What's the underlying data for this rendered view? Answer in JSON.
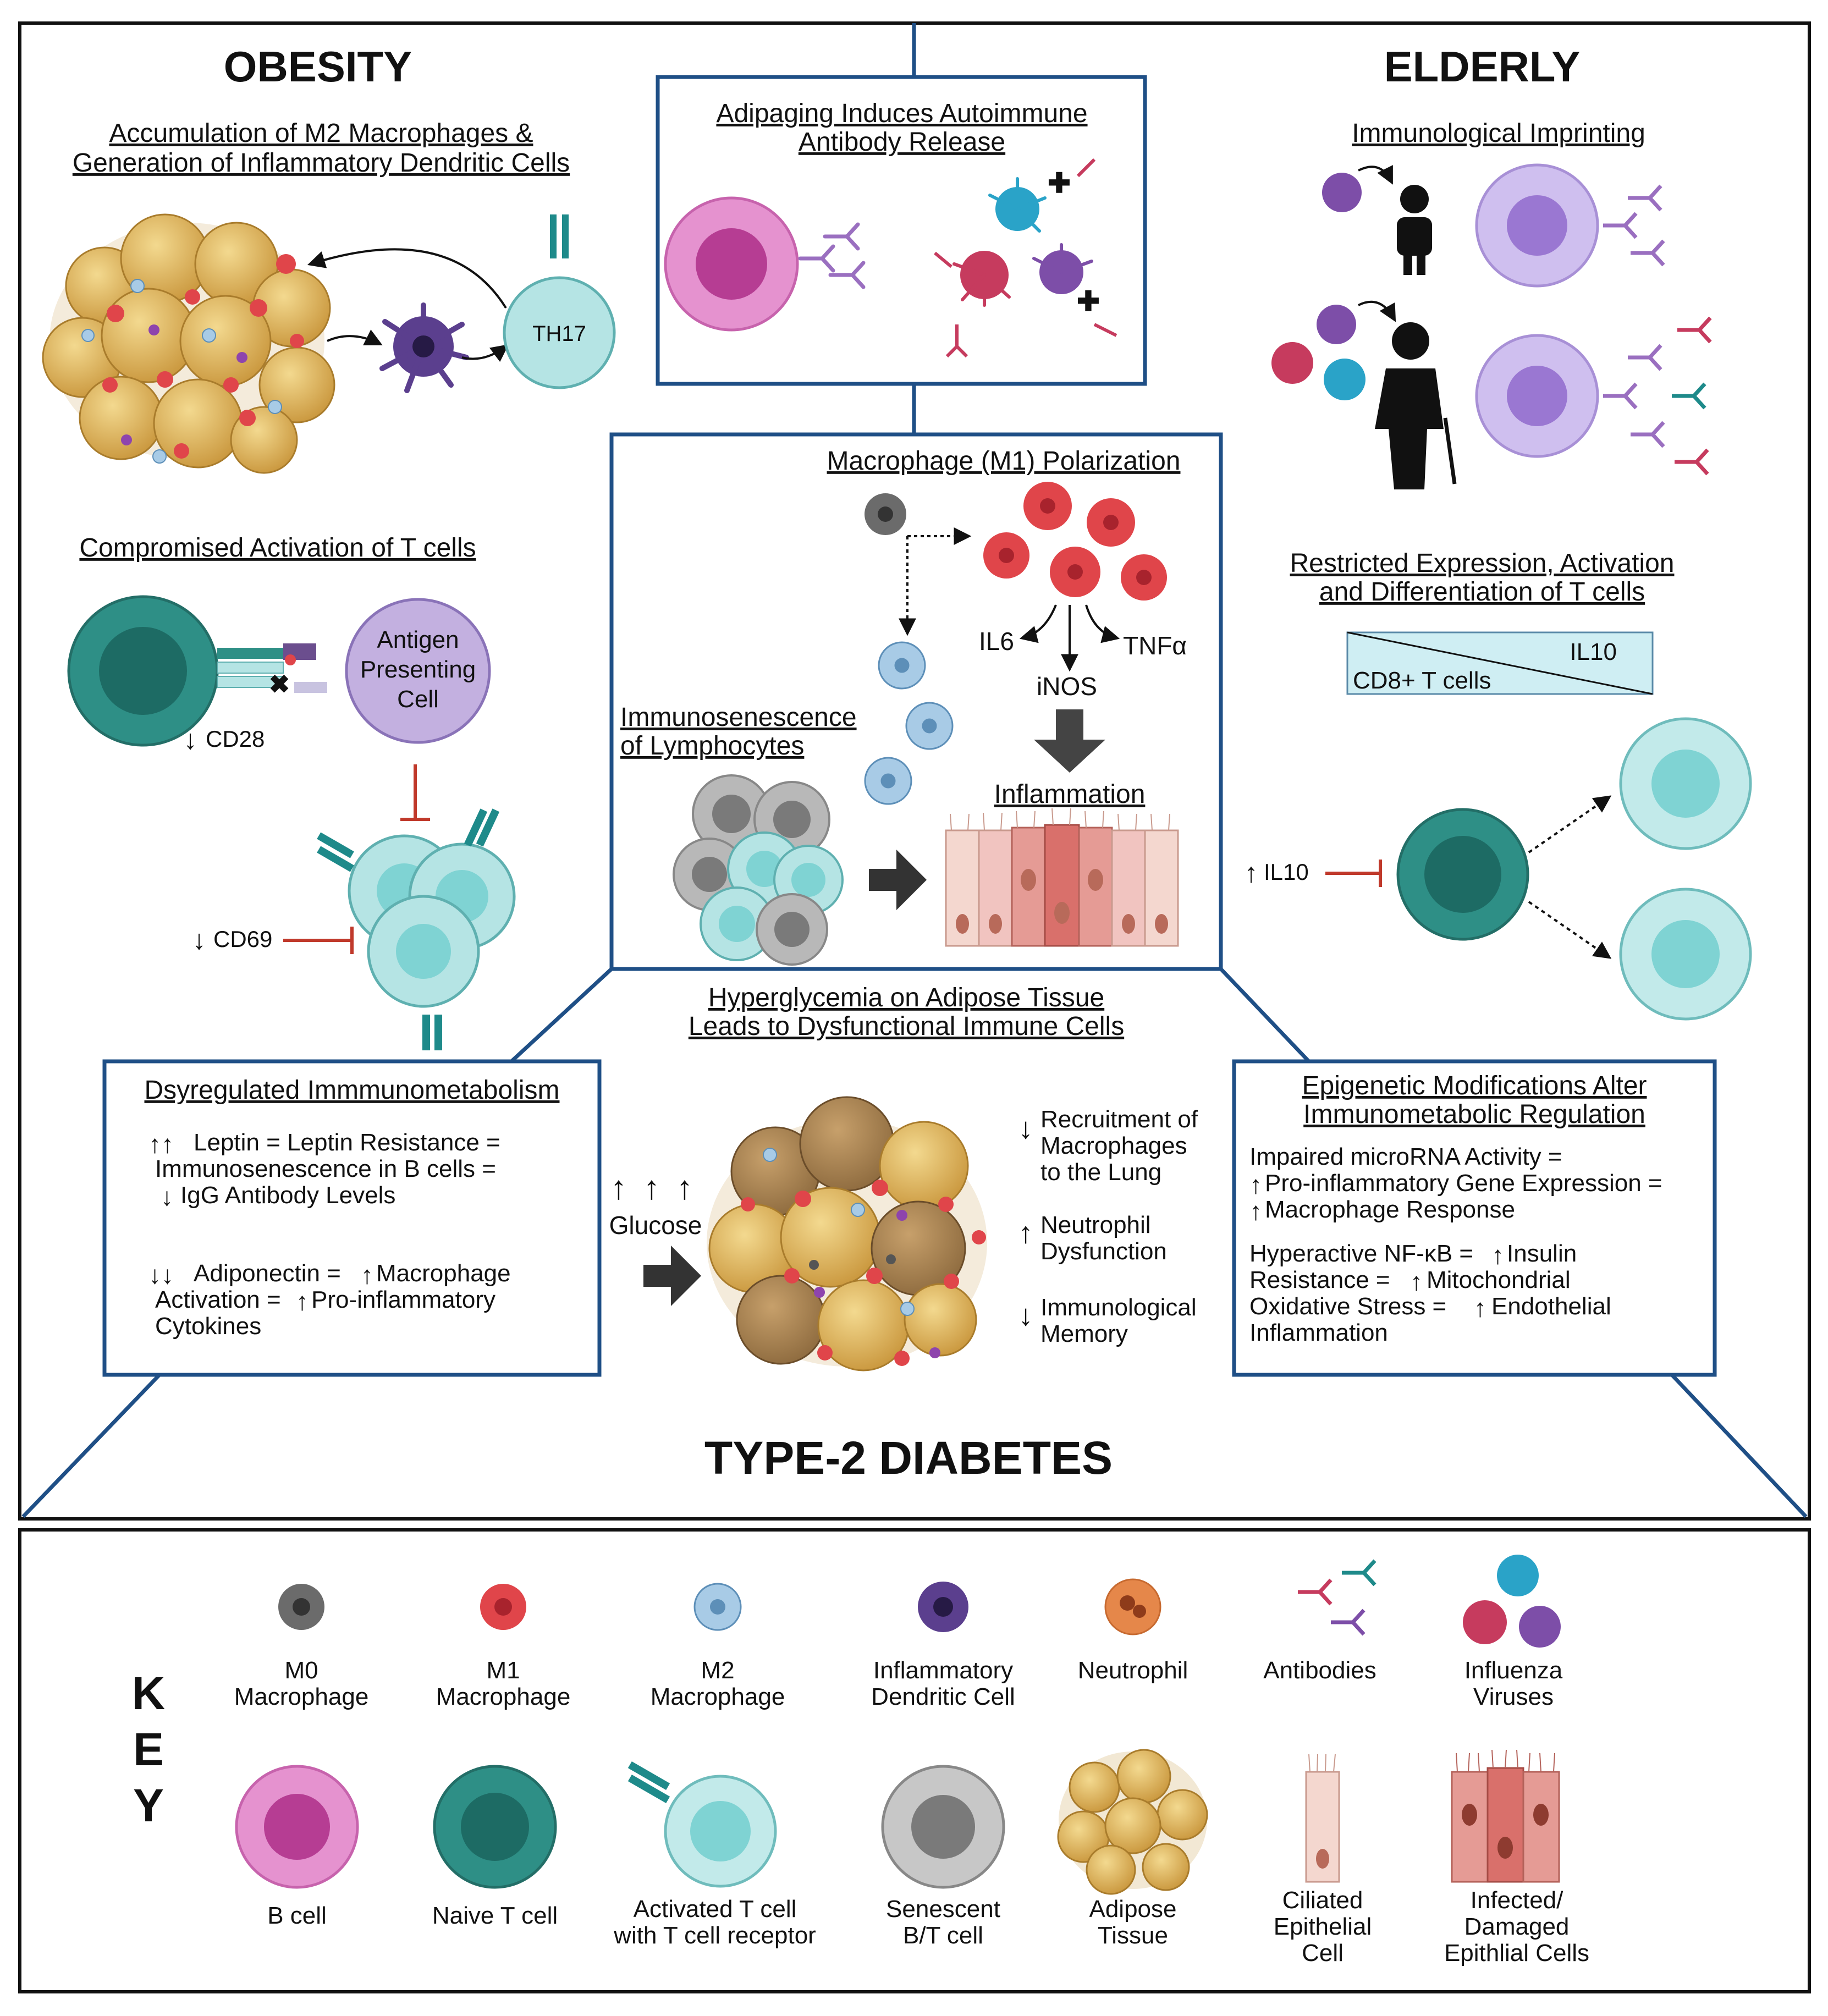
{
  "colors": {
    "frame": "#1f4f86",
    "inhibit": "#c0392b",
    "bcell": "#d35fb8",
    "naive_t": "#2e8f86",
    "activated_t": "#7fd3d3",
    "senescent": "#9a9a9a",
    "m1": "#e0454a",
    "m2": "#a8cbe6",
    "m0": "#6b6b6b",
    "dendritic": "#5b3f8e",
    "adipose": "#d9ae52",
    "virus_blue": "#2aa3c8",
    "virus_red": "#c63b5e",
    "virus_purple": "#7d4ea8"
  },
  "obesity": {
    "heading": "OBESITY",
    "m2_title_line1": "Accumulation of M2 Macrophages  &",
    "m2_title_line2": "Generation of Inflammatory Dendritic Cells",
    "th17_label": "TH17",
    "tcell_title": "Compromised Activation of T cells",
    "apc_line1": "Antigen",
    "apc_line2": "Presenting",
    "apc_line3": "Cell",
    "cd28": "CD28",
    "cd69": "CD69"
  },
  "center": {
    "adipaging_line1": "Adipaging Induces Autoimmune",
    "adipaging_line2": "Antibody Release",
    "m1_title": "Macrophage (M1) Polarization",
    "il6": "IL6",
    "tnfa": "TNFα",
    "inos": "iNOS",
    "inflammation": "Inflammation",
    "immuno_line1": "Immunosenescence",
    "immuno_line2": "of Lymphocytes",
    "hyper_line1": "Hyperglycemia on Adipose Tissue",
    "hyper_line2": "Leads to Dysfunctional Immune Cells",
    "glucose": "Glucose",
    "effect1_line1": "Recruitment of",
    "effect1_line2": "Macrophages",
    "effect1_line3": "to the Lung",
    "effect2_line1": "Neutrophil",
    "effect2_line2": "Dysfunction",
    "effect3_line1": "Immunological",
    "effect3_line2": "Memory"
  },
  "elderly": {
    "heading": "ELDERLY",
    "imprint_title": "Immunological Imprinting",
    "restricted_line1": "Restricted Expression, Activation",
    "restricted_line2": "and Differentiation  of T cells",
    "il10_wedge": "IL10",
    "cd8_wedge": "CD8+ T cells",
    "il10_up": "IL10"
  },
  "dysreg": {
    "title": "Dsyregulated Immmunometabolism",
    "line1": "Leptin = Leptin Resistance =",
    "line2": "Immunosenescence in B cells =",
    "line3": "IgG Antibody Levels",
    "line4": "Adiponectin =",
    "line4b": "Macrophage",
    "line5": "Activation =",
    "line5b": "Pro-inflammatory",
    "line6": "Cytokines"
  },
  "epigen": {
    "title_line1": "Epigenetic Modifications Alter",
    "title_line2": "Immunometabolic Regulation",
    "line1": "Impaired microRNA Activity =",
    "line2": "Pro-inflammatory Gene Expression =",
    "line3": "Macrophage Response",
    "line4a": "Hyperactive NF-κB =",
    "line4b": "Insulin",
    "line5a": "Resistance =",
    "line5b": "Mitochondrial",
    "line6a": "Oxidative Stress =",
    "line6b": "Endothelial",
    "line7": "Inflammation"
  },
  "t2d": "TYPE-2 DIABETES",
  "key": {
    "k": "K",
    "e": "E",
    "y": "Y",
    "m0_l1": "M0",
    "m0_l2": "Macrophage",
    "m1_l1": "M1",
    "m1_l2": "Macrophage",
    "m2_l1": "M2",
    "m2_l2": "Macrophage",
    "dc_l1": "Inflammatory",
    "dc_l2": "Dendritic Cell",
    "neutrophil": "Neutrophil",
    "antibodies": "Antibodies",
    "virus_l1": "Influenza",
    "virus_l2": "Viruses",
    "bcell": "B cell",
    "naive": "Naive T cell",
    "act_l1": "Activated T cell",
    "act_l2": "with T cell receptor",
    "sen_l1": "Senescent",
    "sen_l2": "B/T cell",
    "adi_l1": "Adipose",
    "adi_l2": "Tissue",
    "cil_l1": "Ciliated",
    "cil_l2": "Epithelial",
    "cil_l3": "Cell",
    "inf_l1": "Infected/",
    "inf_l2": "Damaged",
    "inf_l3": "Epithlial Cells"
  }
}
